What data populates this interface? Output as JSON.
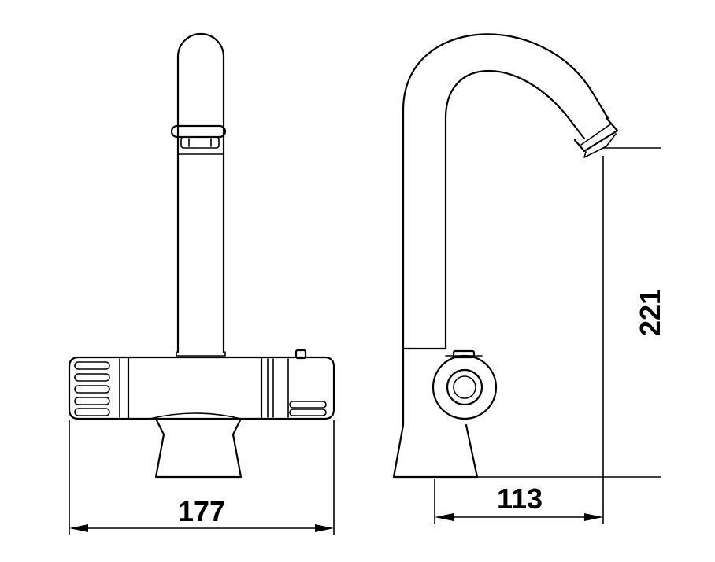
{
  "dimensions": {
    "width": "177",
    "depth": "113",
    "height": "221"
  }
}
